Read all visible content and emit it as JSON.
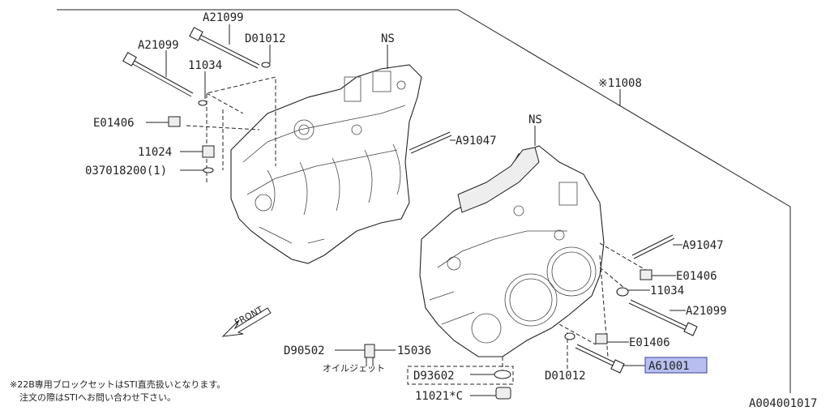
{
  "labels": {
    "a21099_top": "A21099",
    "d01012_top": "D01012",
    "ns_top": "NS",
    "a21099_left": "A21099",
    "l11034_top": "11034",
    "e01406_left": "E01406",
    "l11024": "11024",
    "l037018200": "037018200(1)",
    "a91047_top": "A91047",
    "ns_right": "NS",
    "l11008": "※11008",
    "a91047_right": "A91047",
    "e01406_right": "E01406",
    "l11034_right": "11034",
    "a21099_right": "A21099",
    "e01406_bottom": "E01406",
    "a61001": "A61001",
    "d01012_bottom": "D01012",
    "d90502": "D90502",
    "l15036": "15036",
    "oil_jet": "オイルジェット",
    "d93602": "D93602",
    "l11021": "11021*C",
    "front": "FRONT",
    "ref_code": "A004001017"
  },
  "notes": {
    "line1": "※22B専用ブロックセットはSTI直売扱いとなります。",
    "line2": "注文の際はSTIへお問い合わせ下さい。"
  },
  "colors": {
    "highlight": "#b8bff0",
    "ink": "#222222"
  }
}
